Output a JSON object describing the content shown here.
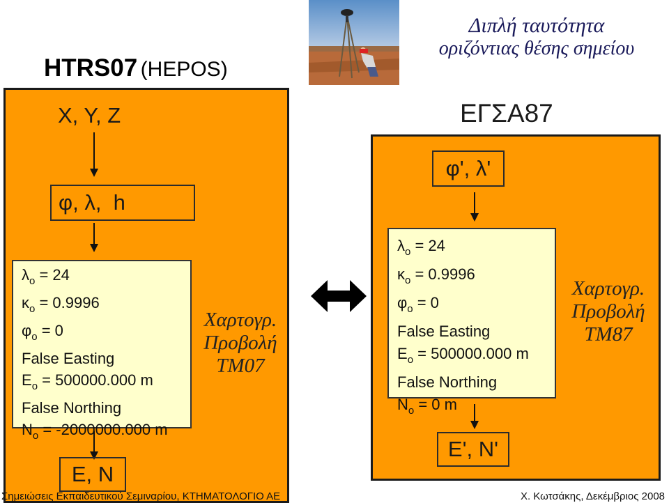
{
  "left": {
    "title_main": "HTRS07",
    "title_sub": "(HEPOS)",
    "xyz_label": "X, Y, Z",
    "geo_label": "φ, λ,  h",
    "params": {
      "lambda": "λ",
      "lambda_val": " = 24",
      "kappa": "κ",
      "kappa_val": " = 0.9996",
      "phi": "φ",
      "phi_val": " = 0",
      "false_easting": "False Easting",
      "e": "E",
      "e_val": " = 500000.000 m",
      "false_northing": "False Northing",
      "n": "N",
      "n_val": " = -2000000.000 m",
      "sub": "o"
    },
    "projection_line1": "Χαρτογρ.",
    "projection_line2": "Προβολή",
    "projection_line3": "ΤΜ07",
    "output_label": "E, N"
  },
  "right": {
    "title_line1": "Διπλή ταυτότητα",
    "title_line2": "οριζόντιας θέσης σημείου",
    "title_main": "ΕΓΣΑ87",
    "geo_label": "φ', λ'",
    "params": {
      "lambda": "λ",
      "lambda_val": " = 24",
      "kappa": "κ",
      "kappa_val": " = 0.9996",
      "phi": "φ",
      "phi_val": " = 0",
      "false_easting": "False Easting",
      "e": "E",
      "e_val": " = 500000.000 m",
      "false_northing": "False Northing",
      "n": "N",
      "n_val": " = 0 m",
      "sub": "o"
    },
    "projection_line1": "Χαρτογρ.",
    "projection_line2": "Προβολή",
    "projection_line3": "ΤΜ87",
    "output_label": "E', N'"
  },
  "footer": {
    "left": "Σημειώσεις Εκπαιδευτικού Σεμιναρίου, ΚΤΗΜΑΤΟΛΟΓΙΟ ΑΕ",
    "right": "Χ. Κωτσάκης, Δεκέμβριος 2008"
  },
  "colors": {
    "panel": "#FF9900",
    "param_box": "#FFFFCC",
    "title_right": "#1a1a5a"
  },
  "icons": {
    "photo": "gps-survey-photo",
    "double_arrow": "double-arrow-icon"
  }
}
